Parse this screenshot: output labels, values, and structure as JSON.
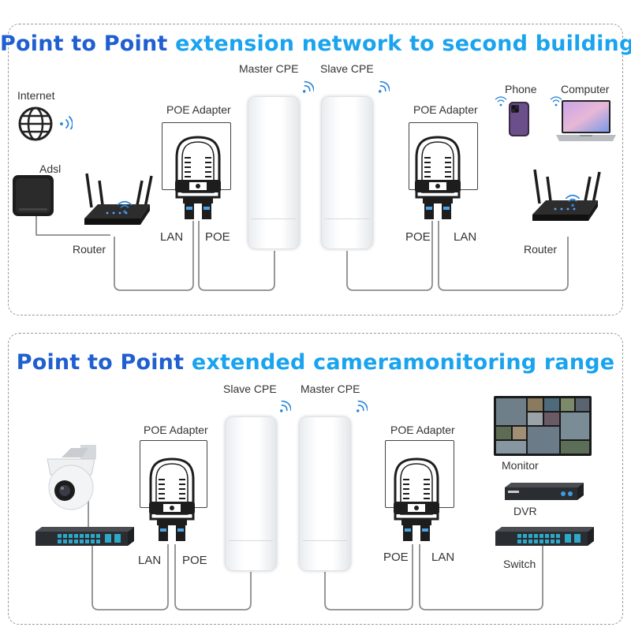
{
  "section1": {
    "title_part1": "Point to Point",
    "title_part2": "extension network to second building",
    "labels": {
      "internet": "Internet",
      "adsl": "Adsl",
      "router_left": "Router",
      "poe_adapter_left": "POE Adapter",
      "lan_left": "LAN",
      "poe_left": "POE",
      "master_cpe": "Master CPE",
      "slave_cpe": "Slave CPE",
      "poe_adapter_right": "POE Adapter",
      "poe_right": "POE",
      "lan_right": "LAN",
      "phone": "Phone",
      "computer": "Computer",
      "router_right": "Router"
    }
  },
  "section2": {
    "title_part1": "Point to Point",
    "title_part2": "extended cameramonitoring range",
    "labels": {
      "poe_adapter_left": "POE Adapter",
      "lan_left": "LAN",
      "poe_left": "POE",
      "slave_cpe": "Slave CPE",
      "master_cpe": "Master CPE",
      "poe_adapter_right": "POE Adapter",
      "poe_right": "POE",
      "lan_right": "LAN",
      "monitor": "Monitor",
      "dvr": "DVR",
      "switch": "Switch"
    }
  },
  "colors": {
    "title_dark": "#1f5fd0",
    "title_light": "#1aa3ee",
    "wifi": "#2a86d8",
    "wire": "#8c8c8c"
  },
  "icons": [
    "globe-icon",
    "wifi-icon",
    "modem-icon",
    "router-icon",
    "poe-adapter-icon",
    "cpe-antenna-icon",
    "phone-icon",
    "laptop-icon",
    "camera-icon",
    "switch-icon",
    "dvr-icon",
    "monitor-icon"
  ]
}
